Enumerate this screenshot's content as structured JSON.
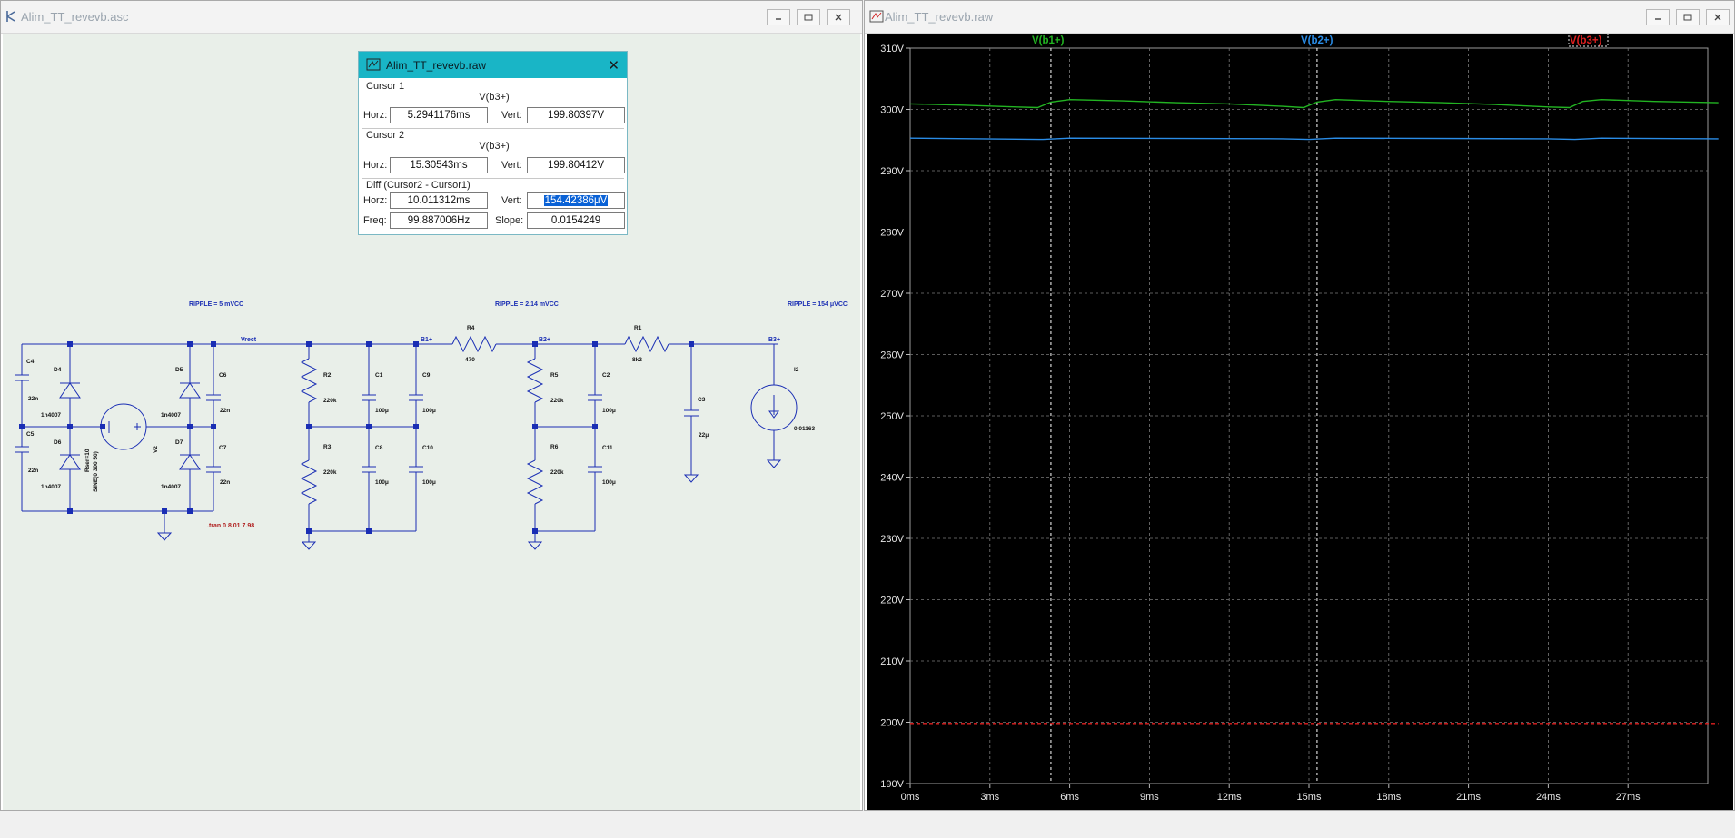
{
  "schematic_window": {
    "title": "Alim_TT_revevb.asc",
    "ripple_labels": [
      "RIPPLE = 5 mVCC",
      "RIPPLE = 2.14 mVCC",
      "RIPPLE = 154 μVCC"
    ],
    "net_labels": [
      "Vrect",
      "B1+",
      "B2+",
      "B3+"
    ],
    "components": {
      "C4": "C4",
      "C5": "C5",
      "D4": "D4",
      "D6": "D6",
      "D5": "D5",
      "D7": "D7",
      "C6": "C6",
      "C7": "C7",
      "R2": "R2",
      "R3": "R3",
      "C1": "C1",
      "C8": "C8",
      "C9": "C9",
      "C10": "C10",
      "R4": "R4",
      "R5": "R5",
      "R6": "R6",
      "C2": "C2",
      "C11": "C11",
      "R1": "R1",
      "C3": "C3",
      "I2": "I2",
      "V2": "V2"
    },
    "values": {
      "v22n": "22n",
      "v1n4007": "1n4007",
      "v220k": "220k",
      "v100u": "100μ",
      "v470": "470",
      "v8k2": "8k2",
      "v22u": "22μ",
      "vI2": "0.01163",
      "v2src": "SINE(0 300 50)",
      "rser": "Rser=10"
    },
    "tran_directive": ".tran 0 8.01 7.98"
  },
  "cursor_dialog": {
    "title": "Alim_TT_revevb.raw",
    "cursor1_label": "Cursor 1",
    "cursor1_signal": "V(b3+)",
    "cursor1_horz": "5.2941176ms",
    "cursor1_vert": "199.80397V",
    "cursor2_label": "Cursor 2",
    "cursor2_signal": "V(b3+)",
    "cursor2_horz": "15.30543ms",
    "cursor2_vert": "199.80412V",
    "diff_label": "Diff (Cursor2 - Cursor1)",
    "diff_horz": "10.011312ms",
    "diff_vert": "154.42386μV",
    "freq": "99.887006Hz",
    "slope": "0.0154249",
    "labels": {
      "horz": "Horz:",
      "vert": "Vert:",
      "freq": "Freq:",
      "slope": "Slope:"
    }
  },
  "waveform_window": {
    "title": "Alim_TT_revevb.raw",
    "legend": [
      {
        "name": "V(b1+)",
        "color": "#22b422"
      },
      {
        "name": "V(b2+)",
        "color": "#2a8ce6"
      },
      {
        "name": "V(b3+)",
        "color": "#e02020"
      }
    ]
  },
  "chart_data": {
    "type": "line",
    "xlabel": "",
    "ylabel": "",
    "xlim": [
      0,
      30
    ],
    "ylim": [
      190,
      310
    ],
    "x_ticks": [
      "0ms",
      "3ms",
      "6ms",
      "9ms",
      "12ms",
      "15ms",
      "18ms",
      "21ms",
      "24ms",
      "27ms"
    ],
    "y_ticks": [
      "310V",
      "300V",
      "290V",
      "280V",
      "270V",
      "260V",
      "250V",
      "240V",
      "230V",
      "220V",
      "210V",
      "200V",
      "190V"
    ],
    "grid": true,
    "cursors_ms": [
      5.294,
      15.305
    ],
    "series": [
      {
        "name": "V(b1+)",
        "color": "#22b422",
        "x": [
          0,
          2,
          4,
          4.8,
          5.3,
          6,
          8,
          10,
          12,
          14,
          14.8,
          15.3,
          16,
          18,
          20,
          22,
          24,
          24.8,
          25.3,
          26,
          28,
          30.4
        ],
        "y": [
          300.9,
          300.7,
          300.4,
          300.3,
          301.2,
          301.6,
          301.4,
          301.1,
          300.9,
          300.5,
          300.3,
          301.2,
          301.6,
          301.3,
          301.1,
          300.8,
          300.4,
          300.3,
          301.3,
          301.6,
          301.3,
          301.1
        ]
      },
      {
        "name": "V(b2+)",
        "color": "#2a8ce6",
        "x": [
          0,
          5,
          6,
          14,
          15,
          16,
          24,
          25,
          26,
          30.4
        ],
        "y": [
          295.3,
          295.1,
          295.3,
          295.2,
          295.1,
          295.3,
          295.2,
          295.1,
          295.3,
          295.2
        ]
      },
      {
        "name": "V(b3+)",
        "color": "#e02020",
        "x": [
          0,
          30.4
        ],
        "y": [
          199.804,
          199.804
        ]
      }
    ]
  }
}
